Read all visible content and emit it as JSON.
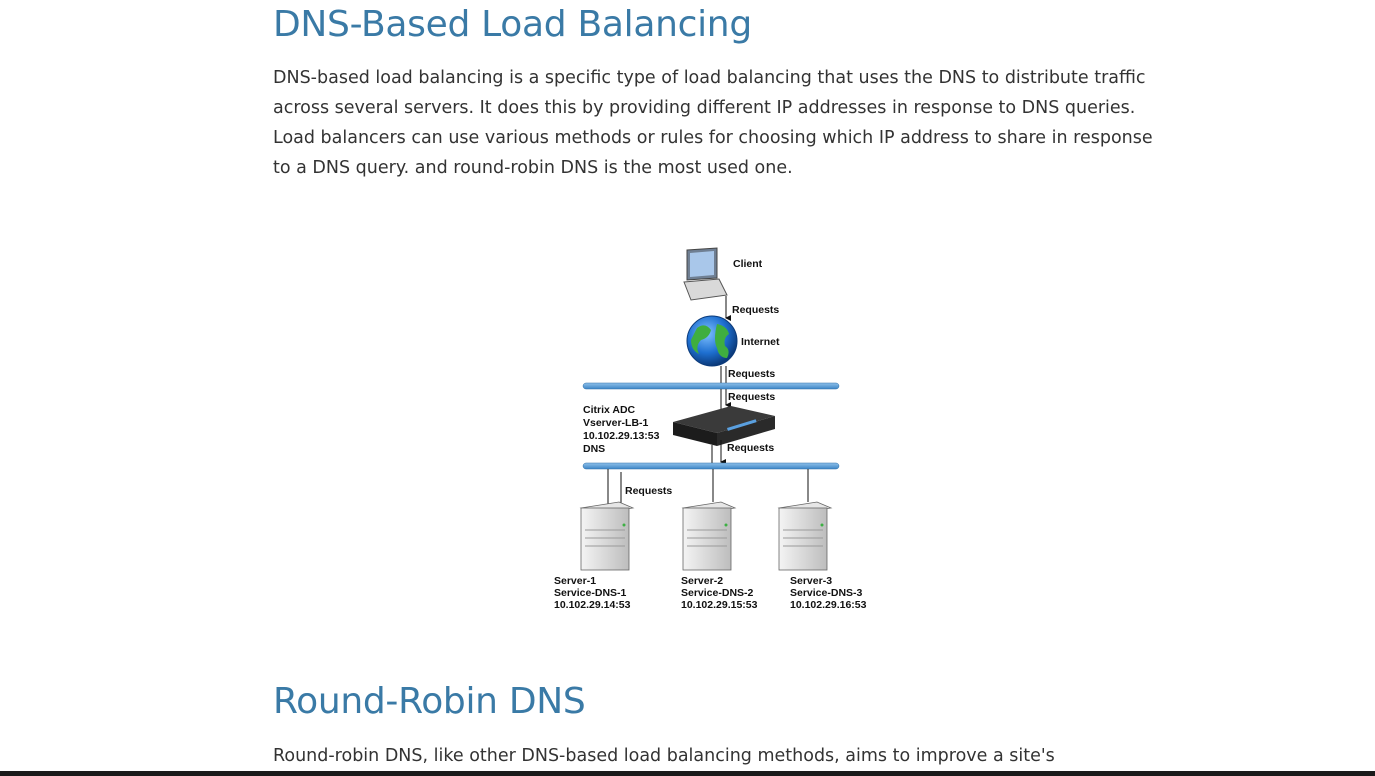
{
  "section1": {
    "title": "DNS-Based Load Balancing",
    "paragraph": "DNS-based load balancing is a specific type of load balancing that uses the DNS to distribute traffic across several servers. It does this by providing different IP addresses in response to DNS queries. Load balancers can use various methods or rules for choosing which IP address to share in response to a DNS query. and round-robin DNS is the most used one."
  },
  "diagram": {
    "client_label": "Client",
    "internet_label": "Internet",
    "requests_label": "Requests",
    "adc": {
      "line1": "Citrix ADC",
      "line2": "Vserver-LB-1",
      "line3": "10.102.29.13:53",
      "line4": "DNS"
    },
    "servers": [
      {
        "name": "Server-1",
        "service": "Service-DNS-1",
        "address": "10.102.29.14:53"
      },
      {
        "name": "Server-2",
        "service": "Service-DNS-2",
        "address": "10.102.29.15:53"
      },
      {
        "name": "Server-3",
        "service": "Service-DNS-3",
        "address": "10.102.29.16:53"
      }
    ]
  },
  "section2": {
    "title": "Round-Robin DNS",
    "paragraph": "Round-robin DNS, like other DNS-based load balancing methods, aims to improve a site's"
  }
}
